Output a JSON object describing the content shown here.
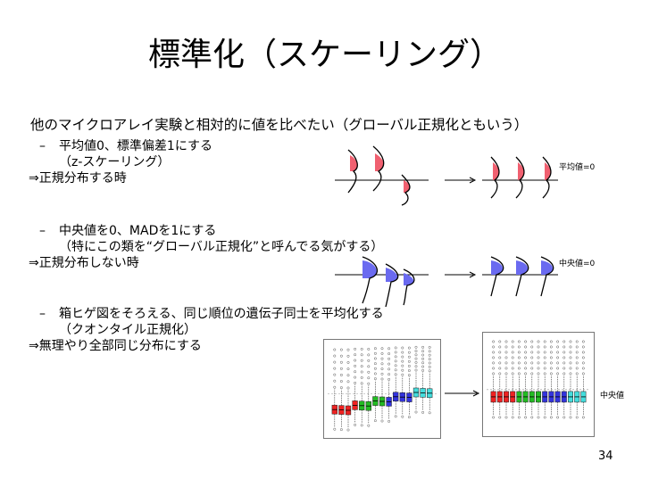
{
  "slide": {
    "title": "標準化（スケーリング）",
    "intro": "他のマイクロアレイ実験と相対的に値を比べたい（グローバル正規化ともいう）",
    "section1": {
      "line1": "平均値0、標準偏差1にする",
      "line2": "（z-スケーリング）",
      "note": "⇒正規分布する時",
      "label": "平均値=0"
    },
    "section2": {
      "line1": "中央値を0、MADを1にする",
      "line2": "（特にこの類を“グローバル正規化”と呼んでる気がする）",
      "note": "⇒正規分布しない時",
      "label": "中央値=0"
    },
    "section3": {
      "line1": "箱ヒゲ図をそろえる、同じ順位の遺伝子同士を平均化する",
      "line2": "（クオンタイル正規化）",
      "note": "⇒無理やり全部同じ分布にする",
      "label": "中央値"
    },
    "dash": "–",
    "page_number": "34"
  },
  "colors": {
    "red": "#f06070",
    "blue": "#6a6af0",
    "box_red": "#ee2222",
    "box_green": "#22bb22",
    "box_blue": "#3333dd",
    "box_cyan": "#44dddd"
  }
}
